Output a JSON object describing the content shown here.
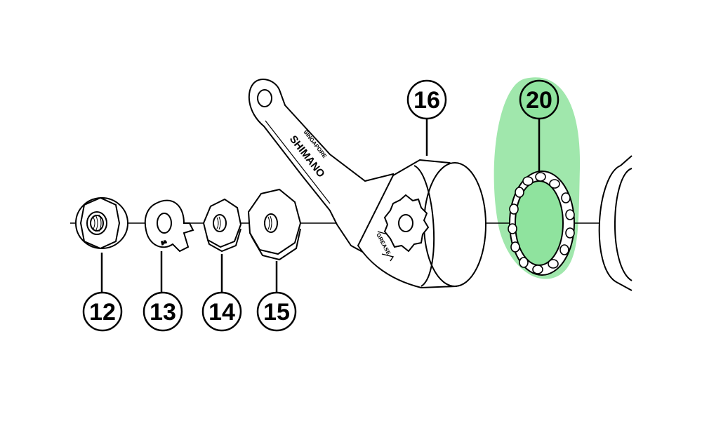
{
  "callouts": [
    {
      "id": "12",
      "label": "12"
    },
    {
      "id": "13",
      "label": "13"
    },
    {
      "id": "14",
      "label": "14"
    },
    {
      "id": "15",
      "label": "15"
    },
    {
      "id": "16",
      "label": "16"
    },
    {
      "id": "20",
      "label": "20"
    }
  ],
  "arm_text": {
    "brand": "SHIMANO",
    "origin": "SINGAPORE",
    "grease": "GREASE"
  },
  "highlight": {
    "part": "20",
    "color": "#8fe39e"
  }
}
